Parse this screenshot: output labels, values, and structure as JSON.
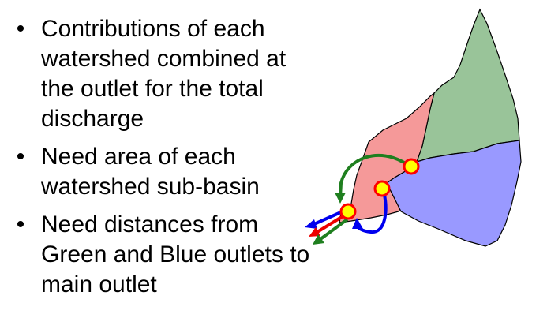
{
  "slide": {
    "bullet_symbol": "•",
    "bullets": [
      {
        "text": "Contributions of each watershed combined at the outlet for the total discharge"
      },
      {
        "text": "Need area of each watershed sub-basin"
      },
      {
        "text": "Need distances from Green and Blue outlets to main outlet"
      }
    ]
  },
  "diagram": {
    "sub_basins": [
      {
        "name": "green",
        "color": "#99c499"
      },
      {
        "name": "red",
        "color": "#f59999"
      },
      {
        "name": "blue",
        "color": "#9999ff"
      }
    ],
    "outlet_fill": "#ffff00",
    "outlet_stroke": "#ff0000",
    "arrow_colors": {
      "green": "#1f7f1f",
      "blue": "#0000ee",
      "red": "#ee0000"
    }
  }
}
